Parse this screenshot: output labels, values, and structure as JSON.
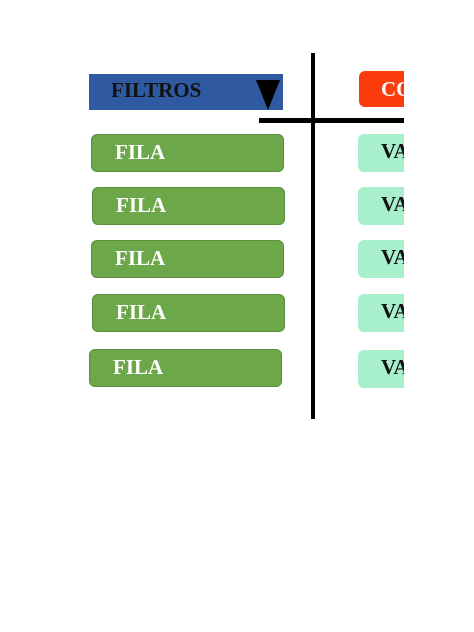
{
  "filters": {
    "label": "FILTROS",
    "icon": "triangle-down-icon"
  },
  "columns_header": {
    "label": "COLUMNAS"
  },
  "rows": [
    {
      "label": "FILA"
    },
    {
      "label": "FILA"
    },
    {
      "label": "FILA"
    },
    {
      "label": "FILA"
    },
    {
      "label": "FILA"
    }
  ],
  "values": [
    {
      "label": "VALORES"
    },
    {
      "label": "VALORES"
    },
    {
      "label": "VALORES"
    },
    {
      "label": "VALORES"
    },
    {
      "label": "VALORES"
    }
  ],
  "colors": {
    "filters_bg": "#2f5aa1",
    "columns_bg": "#fb3c0c",
    "rows_bg": "#6ca84a",
    "values_bg": "#a8efcc"
  }
}
